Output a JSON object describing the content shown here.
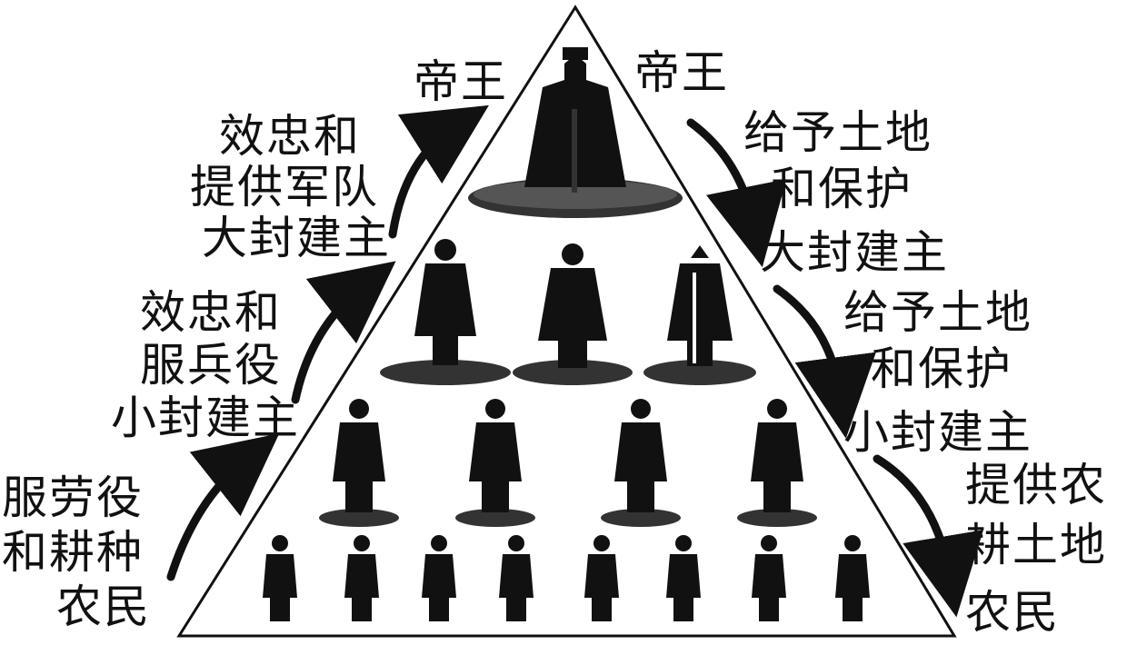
{
  "left_labels": {
    "top_rank": "帝王",
    "duty_1": [
      "效忠和",
      "提供军队"
    ],
    "rank_2": "大封建主",
    "duty_2": [
      "效忠和",
      "服兵役"
    ],
    "rank_3": "小封建主",
    "duty_3": [
      "服劳役",
      "和耕种"
    ],
    "rank_4": "农民"
  },
  "right_labels": {
    "top_rank": "帝王",
    "grant_1": [
      "给予土地",
      "和保护"
    ],
    "rank_2": "大封建主",
    "grant_2": [
      "给予土地",
      "和保护"
    ],
    "rank_3": "小封建主",
    "grant_3": [
      "提供农",
      "耕土地"
    ],
    "rank_4": "农民"
  },
  "colors": {
    "ink": "#111111",
    "base": "#2a2a2a",
    "paper": "#ffffff"
  }
}
